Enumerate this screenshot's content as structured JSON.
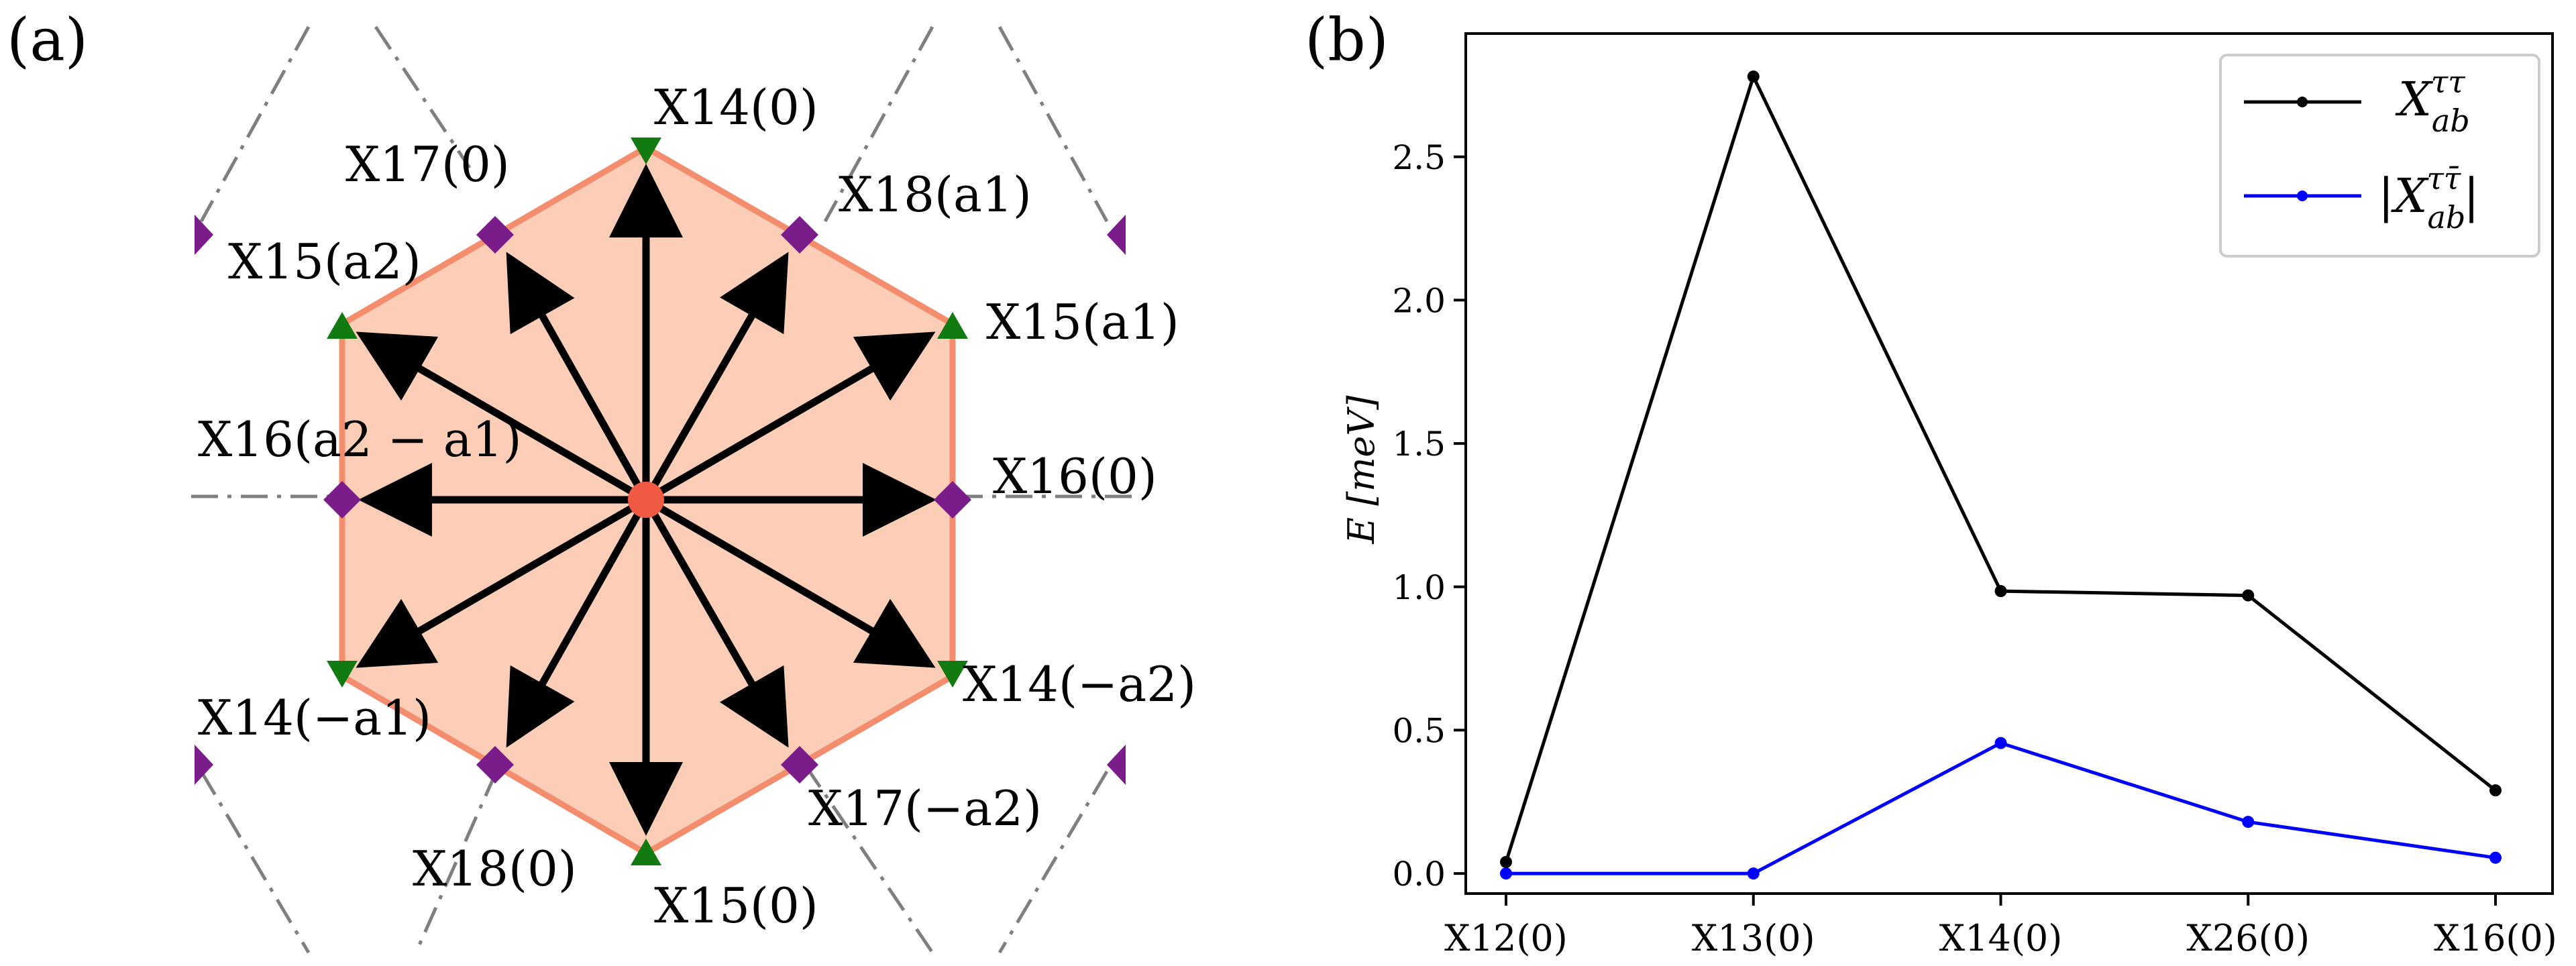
{
  "panels": {
    "a": {
      "label": "(a)"
    },
    "b": {
      "label": "(b)"
    }
  },
  "diagram": {
    "hexagon_fill": "#fccdb7",
    "hexagon_edge": "#f38d6d",
    "center_color": "#f05a43",
    "arrow_color": "#000000",
    "triangle_color": "#117a11",
    "diamond_color": "#7a1c8a",
    "dashed_color": "#7f7f7f",
    "labels": {
      "top": "X14(0)",
      "x17_0": "X17(0)",
      "x18_a1": "X18(a1)",
      "x15_a2": "X15(a2)",
      "x15_a1": "X15(a1)",
      "x16_a2_a1": "X16(a2 − a1)",
      "x16_0": "X16(0)",
      "x14_neg_a1": "X14(−a1)",
      "x14_neg_a2": "X14(−a2)",
      "x17_neg_a2": "X17(−a2)",
      "x18_0": "X18(0)",
      "x15_0": "X15(0)"
    }
  },
  "chart_data": {
    "type": "line",
    "categories": [
      "X12(0)",
      "X13(0)",
      "X14(0)",
      "X26(0)",
      "X16(0)"
    ],
    "series": [
      {
        "name": "X_ab^ττ",
        "color": "#000000",
        "values": [
          0.04,
          2.78,
          0.985,
          0.97,
          0.29
        ]
      },
      {
        "name": "|X_ab^ττ̄|",
        "color": "#0000ff",
        "values": [
          0.0,
          0.0,
          0.455,
          0.18,
          0.055
        ]
      }
    ],
    "ylabel": "E [meV]",
    "ylim": [
      -0.07,
      2.93
    ],
    "yticks": [
      0.0,
      0.5,
      1.0,
      1.5,
      2.0,
      2.5
    ],
    "ytick_labels": [
      "0.0",
      "0.5",
      "1.0",
      "1.5",
      "2.0",
      "2.5"
    ],
    "grid": false,
    "legend": "top-right"
  }
}
